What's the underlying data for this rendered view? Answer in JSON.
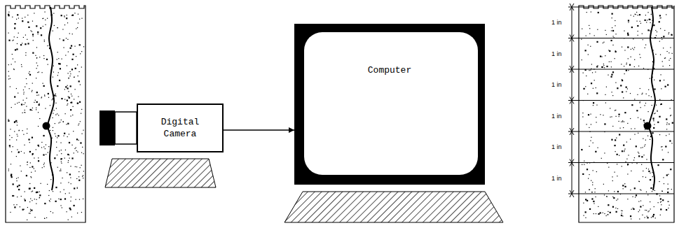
{
  "diagram": {
    "nodes": [
      {
        "text": [
          "Digital Camera"
        ]
      },
      {
        "text": [
          "Computer"
        ]
      }
    ],
    "edges": [
      {
        "from": 0,
        "to": 1,
        "arrow": "to"
      }
    ],
    "labels": [
      "1 in",
      "1 in",
      "1 in",
      "1 in",
      "1 in",
      "1 in"
    ]
  }
}
